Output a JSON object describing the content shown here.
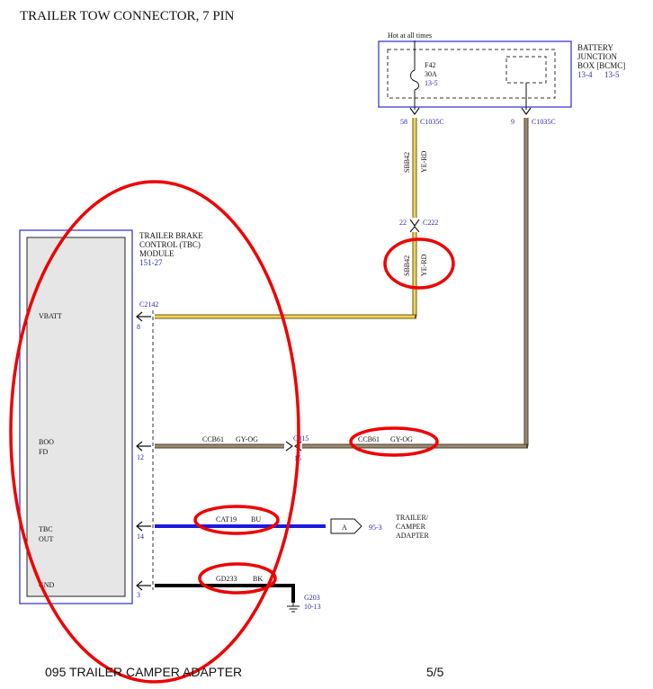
{
  "title": "TRAILER TOW CONNECTOR, 7 PIN",
  "footer": {
    "left": "095 TRAILER CAMPER ADAPTER",
    "right": "5/5"
  },
  "colors": {
    "frame_blue": "#3b3bd6",
    "ref_text_blue": "#2b2bb8",
    "wire_yellow": "#e0c54a",
    "wire_gray_orange": "#8c7b63",
    "wire_blue": "#1a1ae0",
    "wire_black": "#000000",
    "annotation_red": "#ee0000",
    "module_fill": "#e6e6e6"
  },
  "battery_junction_box": {
    "name_line1": "BATTERY",
    "name_line2": "JUNCTION",
    "name_line3": "BOX [BCMC]",
    "ref_left": "13-4",
    "ref_right": "13-5",
    "hot_label": "Hot at all times",
    "fuse_name": "F42",
    "fuse_rating": "30A",
    "fuse_ref": "13-5"
  },
  "bjb_pins": [
    {
      "pin": "58",
      "connector": "C1035C"
    },
    {
      "pin": "9",
      "connector": "C1035C"
    }
  ],
  "inline_connector": {
    "pin": "22",
    "connector": "C222"
  },
  "wire_vbatt": {
    "circuit": "SBB42",
    "color": "YE-RD"
  },
  "tbc_module": {
    "name_line1": "TRAILER BRAKE",
    "name_line2": "CONTROL (TBC)",
    "name_line3": "MODULE",
    "ref": "151-27",
    "connector": "C2142",
    "pins": [
      {
        "label_line1": "VBATT",
        "label_line2": "",
        "pin": "8"
      },
      {
        "label_line1": "BOO",
        "label_line2": "FD",
        "pin": "12"
      },
      {
        "label_line1": "TBC",
        "label_line2": "OUT",
        "pin": "14"
      },
      {
        "label_line1": "GND",
        "label_line2": "",
        "pin": "3"
      }
    ]
  },
  "wire_boo": {
    "circuit": "CCB61",
    "color": "GY-OG",
    "splice_label": "C315",
    "splice_pin": "15"
  },
  "wire_tbc_out": {
    "circuit": "CAT19",
    "color": "BU"
  },
  "trailer_adapter": {
    "connector": "A",
    "ref": "95-3",
    "line1": "TRAILER/",
    "line2": "CAMPER",
    "line3": "ADAPTER"
  },
  "wire_gnd": {
    "circuit": "GD233",
    "color": "BK"
  },
  "ground": {
    "name": "G203",
    "ref": "10-13"
  }
}
